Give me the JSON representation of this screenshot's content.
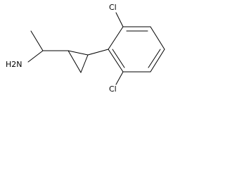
{
  "molecule": {
    "labels": {
      "amine": "H2N",
      "chlorine_top": "Cl",
      "chlorine_bottom": "Cl"
    },
    "colors": {
      "bond": "#000000",
      "text": "#000000",
      "background": "#ffffff"
    }
  }
}
